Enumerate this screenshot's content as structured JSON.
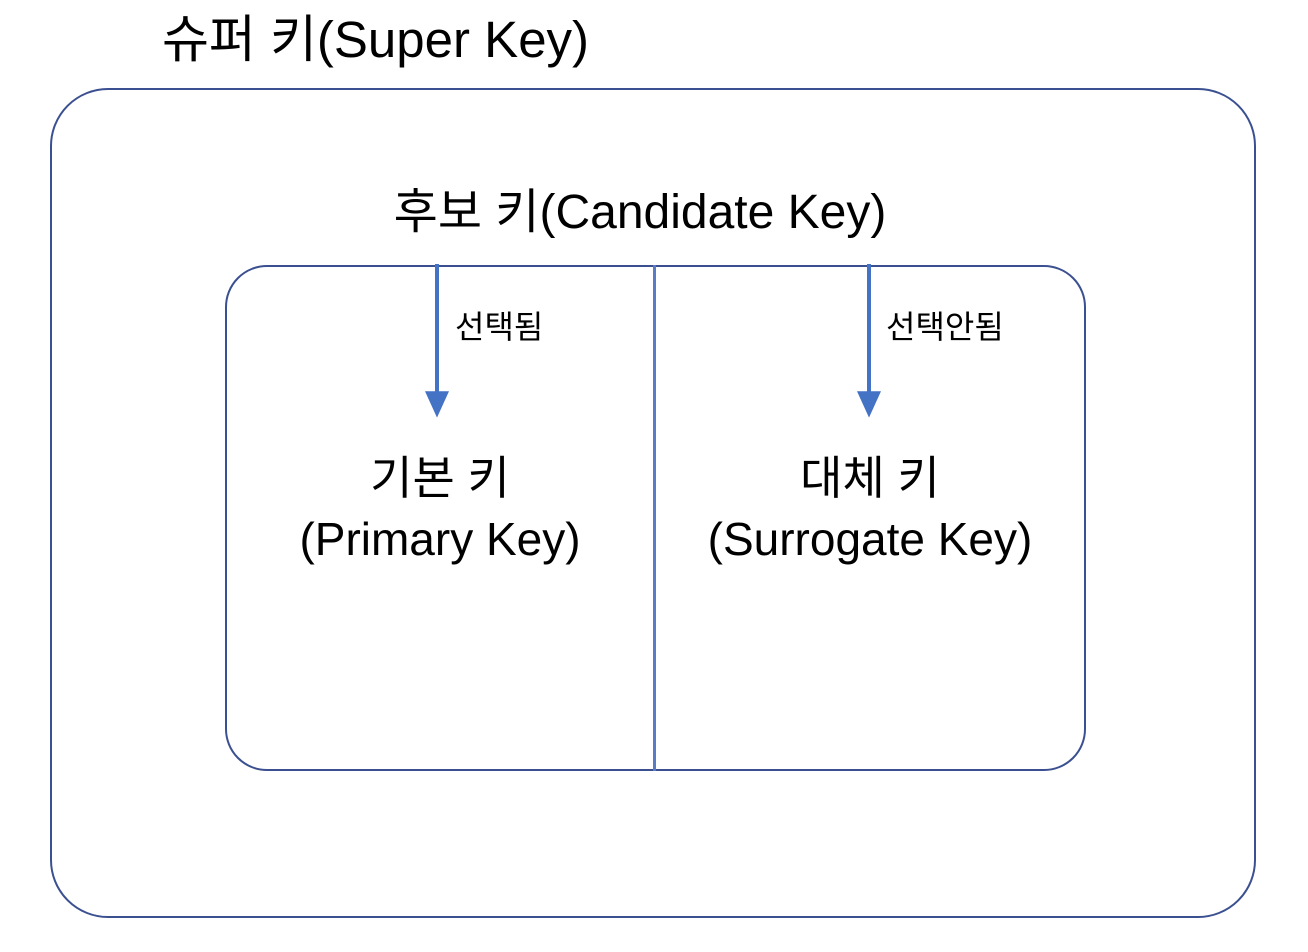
{
  "diagram": {
    "type": "nested-set-diagram",
    "background_color": "#ffffff",
    "outer": {
      "title": "슈퍼 키(Super Key)",
      "border_color": "#3b5090"
    },
    "middle": {
      "title": "후보 키(Candidate Key)",
      "border_color": "#3b5090",
      "divider_color": "#5b7bc4"
    },
    "inner": {
      "left": {
        "label": "기본 키\n(Primary Key)",
        "korean": "기본 키",
        "english": "(Primary Key)"
      },
      "right": {
        "label": "대체 키\n(Surrogate Key)",
        "korean": "대체 키",
        "english": "(Surrogate Key)"
      }
    },
    "arrows": [
      {
        "name": "selected-arrow",
        "label": "선택됨",
        "color": "#4472c4",
        "target": "기본 키"
      },
      {
        "name": "not-selected-arrow",
        "label": "선택안됨",
        "color": "#4472c4",
        "target": "대체 키"
      }
    ]
  }
}
